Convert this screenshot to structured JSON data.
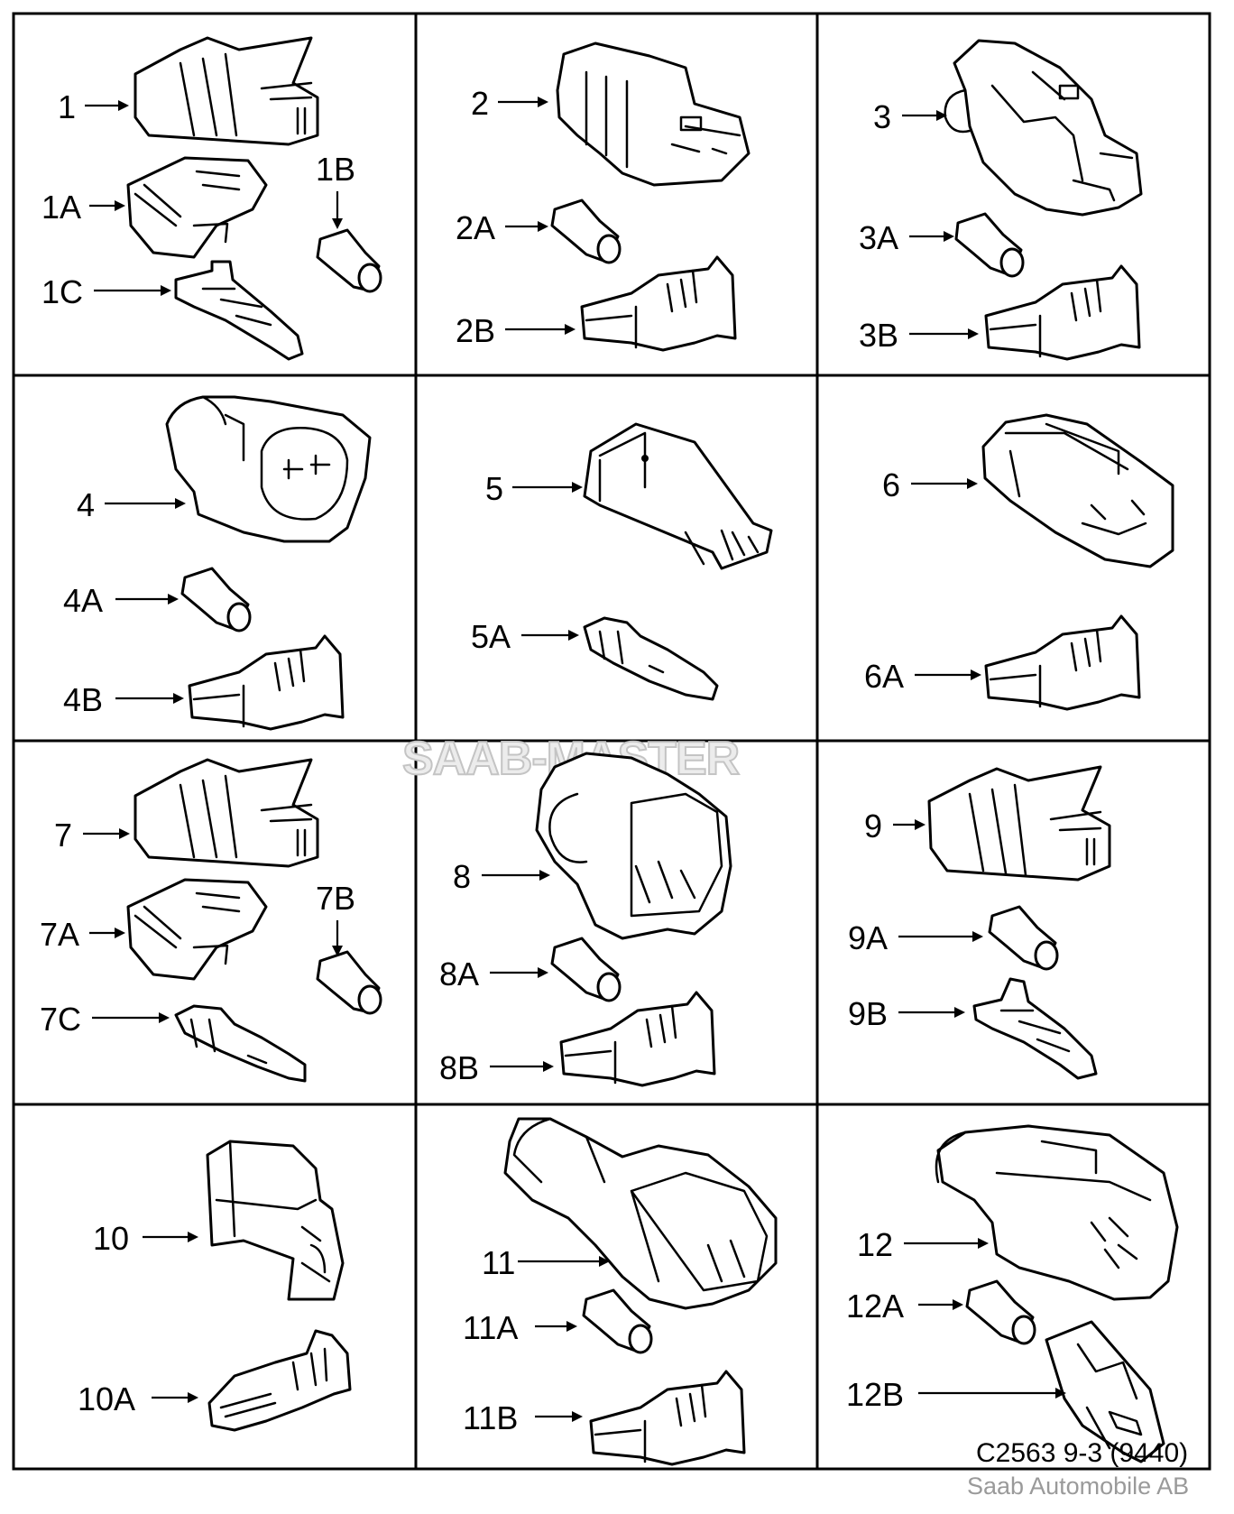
{
  "labels": [
    "1",
    "1A",
    "1B",
    "1C",
    "2",
    "2A",
    "2B",
    "3",
    "3A",
    "3B",
    "4",
    "4A",
    "4B",
    "5",
    "5A",
    "6",
    "6A",
    "7",
    "7A",
    "7B",
    "7C",
    "8",
    "8A",
    "8B",
    "9",
    "9A",
    "9B",
    "10",
    "10A",
    "11",
    "11A",
    "11B",
    "12",
    "12A",
    "12B"
  ],
  "drawing_code": "C2563 9-3 (9440)",
  "watermark": "SAAB-MASTER",
  "credit": "Saab Automobile AB"
}
